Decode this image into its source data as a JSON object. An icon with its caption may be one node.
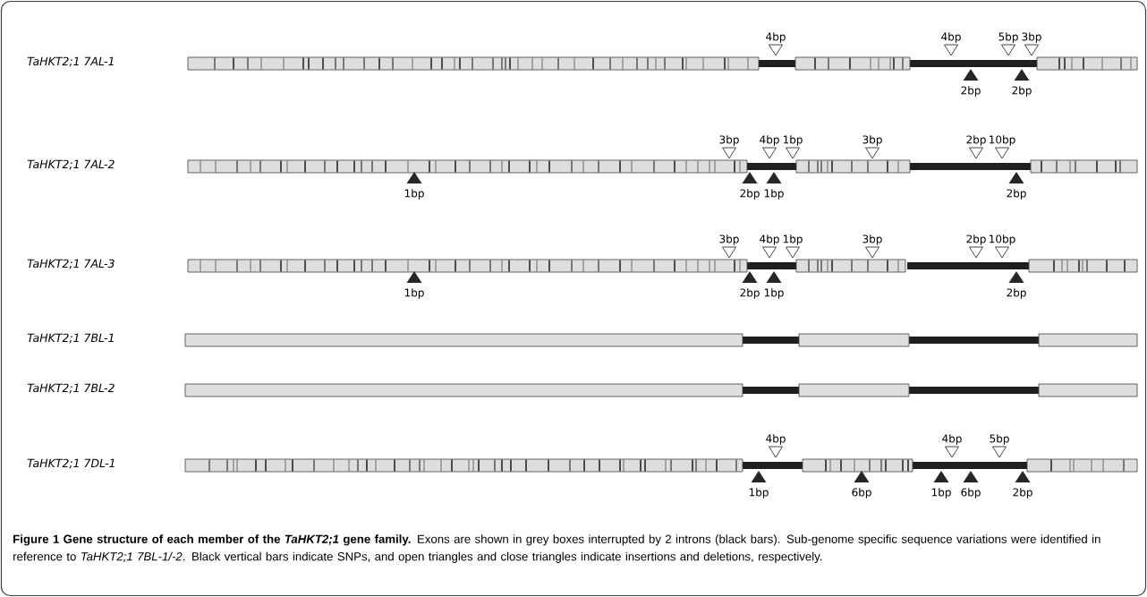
{
  "diagram": {
    "title": "Figure 1 Gene structure of each member of the *TaHKT2;1* gene family.",
    "caption": "Exons are shown in grey boxes interrupted by 2 introns (black bars). Sub-genome specific sequence variations were identified in reference to *TaHKT2;1 7BL-1/-2*. Black vertical bars indicate SNPs, and open triangles and close triangles indicate insertions and deletions, respectively.",
    "labels": [
      "TaHKT2;1 7AL-1",
      "4bp",
      "4bp",
      "5bp",
      "3bp",
      "2bp",
      "2bp",
      "TaHKT2;1 7AL-2",
      "3bp",
      "4bp",
      "1bp",
      "3bp",
      "2bp",
      "10bp",
      "1bp",
      "2bp",
      "1bp",
      "2bp",
      "TaHKT2;1 7AL-3",
      "3bp",
      "4bp",
      "1bp",
      "3bp",
      "2bp",
      "10bp",
      "1bp",
      "2bp",
      "1bp",
      "2bp",
      "TaHKT2;1 7BL-1",
      "TaHKT2;1 7BL-2",
      "TaHKT2;1 7DL-1",
      "4bp",
      "4bp",
      "5bp",
      "1bp",
      "6bp",
      "1bp",
      "6bp",
      "2bp"
    ]
  }
}
